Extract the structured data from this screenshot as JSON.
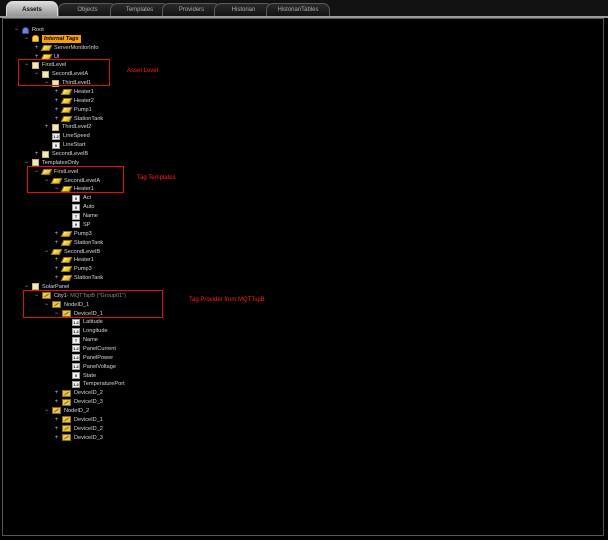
{
  "tabs": [
    {
      "label": "Assets",
      "active": true
    },
    {
      "label": "Objects",
      "active": false
    },
    {
      "label": "Templates",
      "active": false
    },
    {
      "label": "Providers",
      "active": false
    },
    {
      "label": "Historian",
      "active": false
    },
    {
      "label": "HistorianTables",
      "active": false
    }
  ],
  "tree": [
    {
      "depth": 0,
      "toggle": "−",
      "icon": "user",
      "label": "Root"
    },
    {
      "depth": 1,
      "toggle": "−",
      "icon": "db",
      "label": "Internal Tags",
      "selected": true
    },
    {
      "depth": 2,
      "toggle": "+",
      "icon": "tag",
      "label": "ServerMonitorInfo"
    },
    {
      "depth": 2,
      "toggle": "+",
      "icon": "tag",
      "label": "UI"
    },
    {
      "depth": 1,
      "toggle": "−",
      "icon": "folder",
      "label": "FirstLevel"
    },
    {
      "depth": 2,
      "toggle": "−",
      "icon": "folder",
      "label": "SecondLevelA"
    },
    {
      "depth": 3,
      "toggle": "−",
      "icon": "folder",
      "label": "ThirdLevel1"
    },
    {
      "depth": 4,
      "toggle": "+",
      "icon": "tag",
      "label": "Heater1"
    },
    {
      "depth": 4,
      "toggle": "+",
      "icon": "tag",
      "label": "Heater2"
    },
    {
      "depth": 4,
      "toggle": "+",
      "icon": "tag",
      "label": "Pump1"
    },
    {
      "depth": 4,
      "toggle": "+",
      "icon": "tag",
      "label": "StationTank"
    },
    {
      "depth": 3,
      "toggle": "+",
      "icon": "folder",
      "label": "ThirdLevel2"
    },
    {
      "depth": 3,
      "toggle": "",
      "icon": "box",
      "box": "1.2",
      "label": "LineSpeed"
    },
    {
      "depth": 3,
      "toggle": "",
      "icon": "box",
      "box": "0",
      "label": "LineStart"
    },
    {
      "depth": 2,
      "toggle": "+",
      "icon": "folder",
      "label": "SecondLevelB"
    },
    {
      "depth": 1,
      "toggle": "−",
      "icon": "folder",
      "label": "TemplatesOnly"
    },
    {
      "depth": 2,
      "toggle": "−",
      "icon": "tag",
      "label": "FirstLevel"
    },
    {
      "depth": 3,
      "toggle": "−",
      "icon": "tag",
      "label": "SecondLevelA"
    },
    {
      "depth": 4,
      "toggle": "−",
      "icon": "tag",
      "label": "Heater1"
    },
    {
      "depth": 5,
      "toggle": "",
      "icon": "box",
      "box": "0",
      "label": "Act"
    },
    {
      "depth": 5,
      "toggle": "",
      "icon": "box",
      "box": "0",
      "label": "Auto"
    },
    {
      "depth": 5,
      "toggle": "",
      "icon": "box",
      "box": "T",
      "label": "Name"
    },
    {
      "depth": 5,
      "toggle": "",
      "icon": "box",
      "box": "0",
      "label": "SP"
    },
    {
      "depth": 4,
      "toggle": "+",
      "icon": "tag",
      "label": "Pump3"
    },
    {
      "depth": 4,
      "toggle": "+",
      "icon": "tag",
      "label": "StationTank"
    },
    {
      "depth": 3,
      "toggle": "−",
      "icon": "tag",
      "label": "SecondLevelB"
    },
    {
      "depth": 4,
      "toggle": "+",
      "icon": "tag",
      "label": "Heater1"
    },
    {
      "depth": 4,
      "toggle": "+",
      "icon": "tag",
      "label": "Pump3"
    },
    {
      "depth": 4,
      "toggle": "+",
      "icon": "tag",
      "label": "StationTank"
    },
    {
      "depth": 1,
      "toggle": "−",
      "icon": "folder",
      "label": "SolarPanel"
    },
    {
      "depth": 2,
      "toggle": "−",
      "icon": "udt",
      "label": "City1",
      "suffix": " - MQTTspB (\"Group01\")"
    },
    {
      "depth": 3,
      "toggle": "−",
      "icon": "udt",
      "label": "NodeID_1"
    },
    {
      "depth": 4,
      "toggle": "−",
      "icon": "udt",
      "label": "DeviceID_1"
    },
    {
      "depth": 5,
      "toggle": "",
      "icon": "box",
      "box": "1.2",
      "label": "Latitude"
    },
    {
      "depth": 5,
      "toggle": "",
      "icon": "box",
      "box": "1.2",
      "label": "Longitude"
    },
    {
      "depth": 5,
      "toggle": "",
      "icon": "box",
      "box": "T",
      "label": "Name"
    },
    {
      "depth": 5,
      "toggle": "",
      "icon": "box",
      "box": "1.2",
      "label": "PanelCurrent"
    },
    {
      "depth": 5,
      "toggle": "",
      "icon": "box",
      "box": "1.2",
      "label": "PanelPower"
    },
    {
      "depth": 5,
      "toggle": "",
      "icon": "box",
      "box": "1.2",
      "label": "PanelVoltage"
    },
    {
      "depth": 5,
      "toggle": "",
      "icon": "box",
      "box": "0",
      "label": "State"
    },
    {
      "depth": 5,
      "toggle": "",
      "icon": "box",
      "box": "1.2",
      "label": "TemperaturePort"
    },
    {
      "depth": 4,
      "toggle": "+",
      "icon": "udt",
      "label": "DeviceID_2"
    },
    {
      "depth": 4,
      "toggle": "+",
      "icon": "udt",
      "label": "DeviceID_3"
    },
    {
      "depth": 3,
      "toggle": "−",
      "icon": "udt",
      "label": "NodeID_2"
    },
    {
      "depth": 4,
      "toggle": "+",
      "icon": "udt",
      "label": "DeviceID_1"
    },
    {
      "depth": 4,
      "toggle": "+",
      "icon": "udt",
      "label": "DeviceID_2"
    },
    {
      "depth": 4,
      "toggle": "+",
      "icon": "udt",
      "label": "DeviceID_3"
    }
  ],
  "annotations": {
    "asset_level": "Asset Level",
    "tag_templates": "Tag Templates",
    "tag_provider": "Tag Provider from MQTTspB"
  },
  "colors": {
    "annotation": "#e01010",
    "selection": "#f5a000"
  }
}
